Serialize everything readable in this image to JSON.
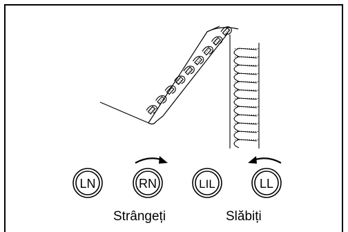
{
  "dials": [
    {
      "id": "dial-ln",
      "label": "LN"
    },
    {
      "id": "dial-rn",
      "label": "RN"
    },
    {
      "id": "dial-lil",
      "label": "LIL"
    },
    {
      "id": "dial-ll",
      "label": "LL"
    }
  ],
  "labels": {
    "tighten": "Strângeți",
    "loosen": "Slăbiți"
  },
  "colors": {
    "line": "#000000",
    "background": "#ffffff"
  },
  "icons": {
    "tighten_arrow": "clockwise-arrow-icon",
    "loosen_arrow": "counterclockwise-arrow-icon"
  }
}
